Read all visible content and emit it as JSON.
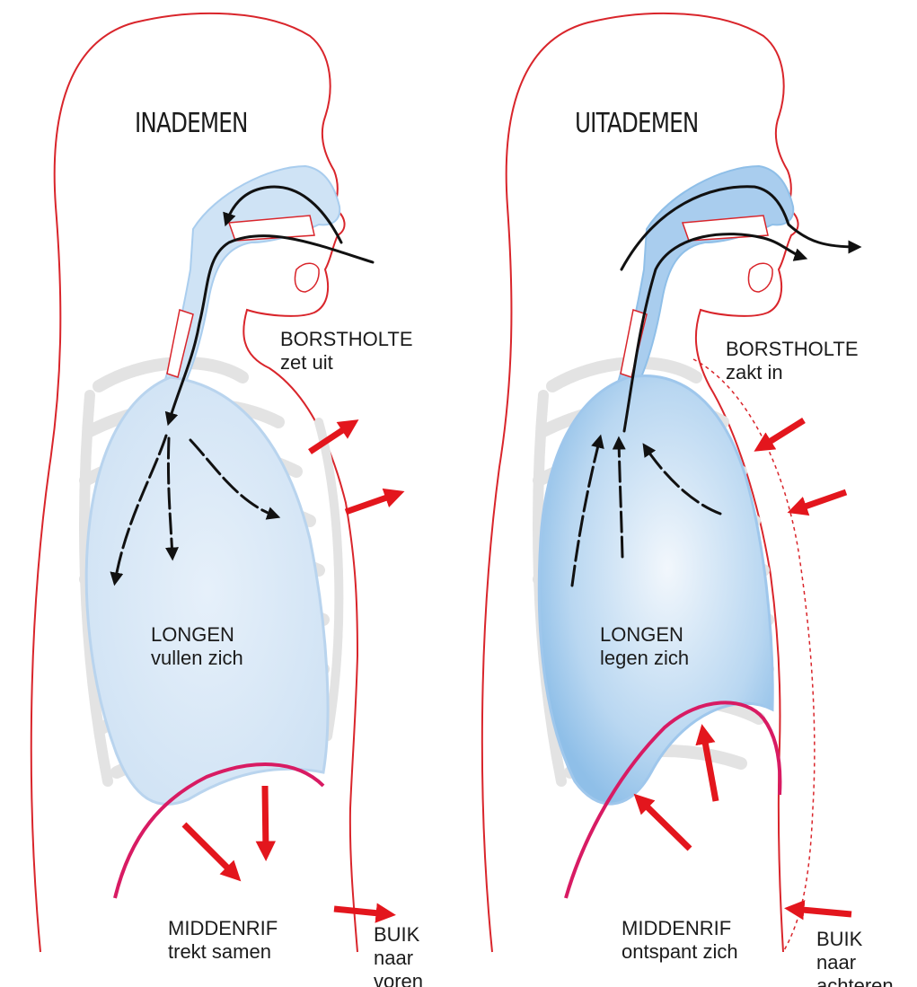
{
  "panels": [
    {
      "title": "INADEMEN",
      "chest": {
        "line1": "BORSTHOLTE",
        "line2": "zet uit"
      },
      "lungs": {
        "line1": "LONGEN",
        "line2": "vullen zich"
      },
      "diaphragm": {
        "line1": "MIDDENRIF",
        "line2": "trekt samen"
      },
      "belly": {
        "line1": "BUIK",
        "line2": "naar",
        "line3": "voren"
      }
    },
    {
      "title": "UITADEMEN",
      "chest": {
        "line1": "BORSTHOLTE",
        "line2": "zakt in"
      },
      "lungs": {
        "line1": "LONGEN",
        "line2": "legen zich"
      },
      "diaphragm": {
        "line1": "MIDDENRIF",
        "line2": "ontspant zich"
      },
      "belly": {
        "line1": "BUIK",
        "line2": "naar",
        "line3": "achteren"
      }
    }
  ],
  "colors": {
    "outline": "#d9252b",
    "arrow": "#e3161d",
    "airway": "#bcd9f0",
    "lung_fill_inhale": "#dbe9f7",
    "lung_fill_exhale": "#a9cdee",
    "diaphragm": "#d81b63",
    "ribs": "#e2e2e2",
    "air_flow": "#111111"
  },
  "icons": [
    "arrow-icon",
    "rib-cage-icon",
    "lung-icon",
    "diaphragm-icon",
    "body-outline-icon"
  ]
}
